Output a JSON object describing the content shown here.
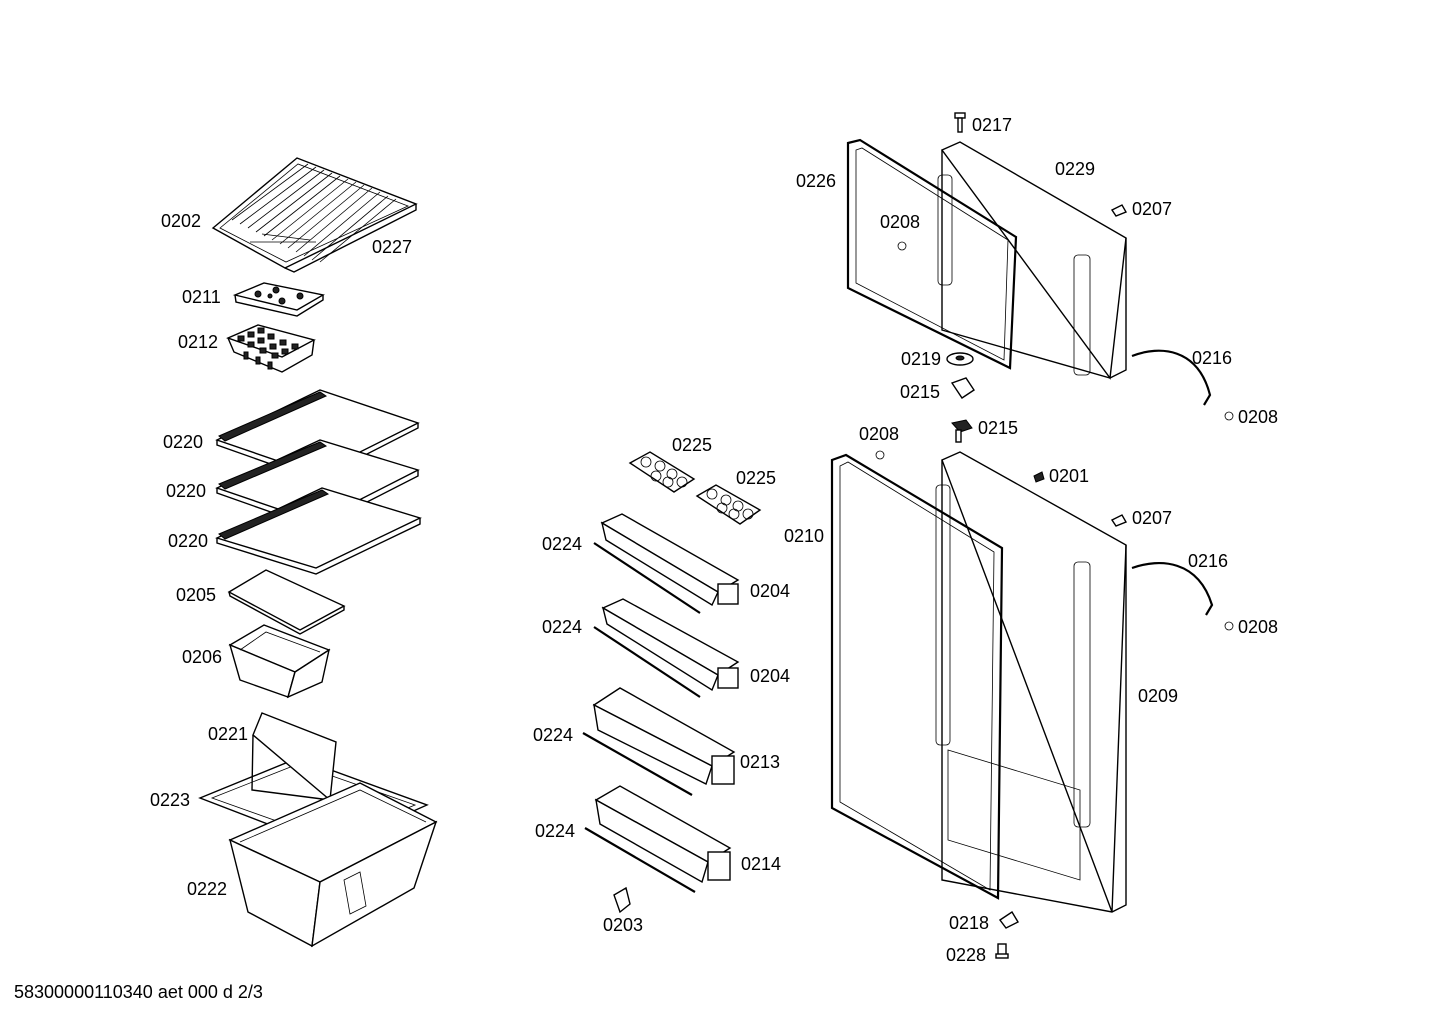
{
  "diagram": {
    "labels": [
      {
        "id": "0202",
        "text": "0202"
      },
      {
        "id": "0227",
        "text": "0227"
      },
      {
        "id": "0211",
        "text": "0211"
      },
      {
        "id": "0212",
        "text": "0212"
      },
      {
        "id": "0220a",
        "text": "0220"
      },
      {
        "id": "0220b",
        "text": "0220"
      },
      {
        "id": "0220c",
        "text": "0220"
      },
      {
        "id": "0205",
        "text": "0205"
      },
      {
        "id": "0206",
        "text": "0206"
      },
      {
        "id": "0221",
        "text": "0221"
      },
      {
        "id": "0223",
        "text": "0223"
      },
      {
        "id": "0222",
        "text": "0222"
      },
      {
        "id": "0225a",
        "text": "0225"
      },
      {
        "id": "0225b",
        "text": "0225"
      },
      {
        "id": "0224a",
        "text": "0224"
      },
      {
        "id": "0204a",
        "text": "0204"
      },
      {
        "id": "0224b",
        "text": "0224"
      },
      {
        "id": "0204b",
        "text": "0204"
      },
      {
        "id": "0224c",
        "text": "0224"
      },
      {
        "id": "0213",
        "text": "0213"
      },
      {
        "id": "0224d",
        "text": "0224"
      },
      {
        "id": "0214",
        "text": "0214"
      },
      {
        "id": "0203",
        "text": "0203"
      },
      {
        "id": "0217",
        "text": "0217"
      },
      {
        "id": "0226",
        "text": "0226"
      },
      {
        "id": "0229",
        "text": "0229"
      },
      {
        "id": "0208a",
        "text": "0208"
      },
      {
        "id": "0207a",
        "text": "0207"
      },
      {
        "id": "0219",
        "text": "0219"
      },
      {
        "id": "0216a",
        "text": "0216"
      },
      {
        "id": "0215a",
        "text": "0215"
      },
      {
        "id": "0208b",
        "text": "0208"
      },
      {
        "id": "0215b",
        "text": "0215"
      },
      {
        "id": "0208c",
        "text": "0208"
      },
      {
        "id": "0201",
        "text": "0201"
      },
      {
        "id": "0207b",
        "text": "0207"
      },
      {
        "id": "0210",
        "text": "0210"
      },
      {
        "id": "0216b",
        "text": "0216"
      },
      {
        "id": "0208d",
        "text": "0208"
      },
      {
        "id": "0209",
        "text": "0209"
      },
      {
        "id": "0218",
        "text": "0218"
      },
      {
        "id": "0228",
        "text": "0228"
      }
    ]
  },
  "footer": {
    "reference": "58300000110340 aet 000 d 2/3"
  }
}
